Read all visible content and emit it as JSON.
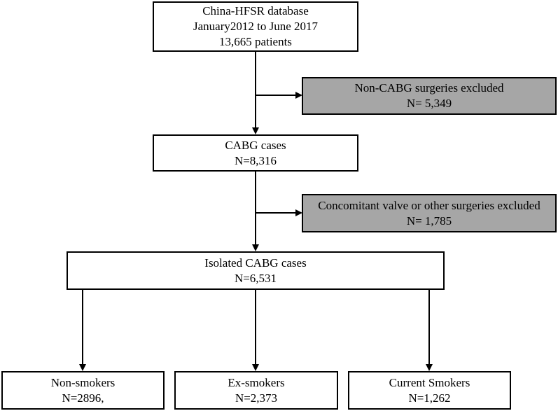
{
  "colors": {
    "excluded_fill": "#a6a6a6",
    "box_fill": "#ffffff",
    "line": "#000000"
  },
  "boxes": {
    "database": {
      "lines": [
        "China-HFSR database",
        "January2012 to June 2017",
        "13,665 patients"
      ]
    },
    "non_cabg": {
      "lines": [
        "Non-CABG surgeries excluded",
        "N= 5,349"
      ]
    },
    "cabg": {
      "lines": [
        "CABG cases",
        "N=8,316"
      ]
    },
    "concomitant": {
      "lines": [
        "Concomitant valve or other surgeries excluded",
        "N= 1,785"
      ]
    },
    "isolated": {
      "lines": [
        "Isolated CABG cases",
        "N=6,531"
      ]
    },
    "non_smokers": {
      "lines": [
        "Non-smokers",
        "N=2896,"
      ]
    },
    "ex_smokers": {
      "lines": [
        "Ex-smokers",
        "N=2,373"
      ]
    },
    "current_smokers": {
      "lines": [
        "Current Smokers",
        "N=1,262"
      ]
    }
  }
}
